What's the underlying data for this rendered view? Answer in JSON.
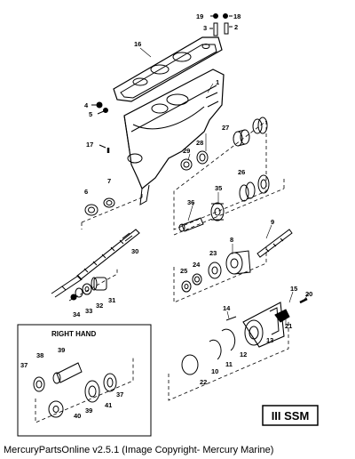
{
  "diagram": {
    "caption": "MercuryPartsOnline v2.5.1 (Image Copyright- Mercury Marine)",
    "badge": "III SSM",
    "inset_title": "RIGHT HAND",
    "labels": {
      "p1": "1",
      "p2": "2",
      "p3": "3",
      "p4": "4",
      "p5": "5",
      "p6": "6",
      "p7": "7",
      "p8": "8",
      "p9": "9",
      "p10": "10",
      "p11": "11",
      "p12": "12",
      "p13": "13",
      "p14": "14",
      "p15": "15",
      "p16": "16",
      "p17": "17",
      "p18": "18",
      "p19": "19",
      "p20": "20",
      "p21": "21",
      "p22": "22",
      "p23": "23",
      "p24": "24",
      "p25": "25",
      "p26": "26",
      "p27": "27",
      "p28": "28",
      "p29": "29",
      "p30": "30",
      "p31": "31",
      "p32": "32",
      "p33": "33",
      "p34": "34",
      "p35": "35",
      "p36": "36",
      "i37a": "37",
      "i38": "38",
      "i39a": "39",
      "i37b": "37",
      "i39b": "39",
      "i40": "40",
      "i41": "41"
    }
  }
}
